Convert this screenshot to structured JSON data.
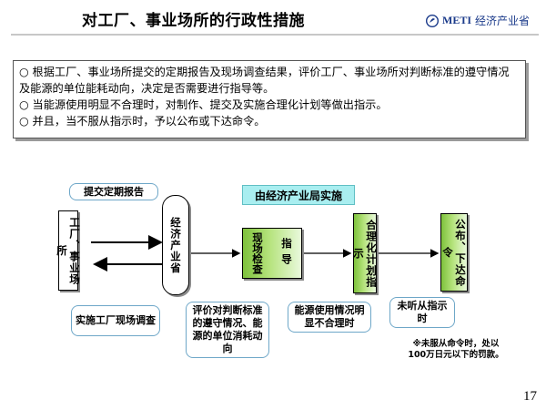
{
  "header": {
    "title": "对工厂、事业场所的行政性措施",
    "logo_brand": "METI",
    "logo_org": "经济产业省"
  },
  "summary": [
    "○ 根据工厂、事业场所提交的定期报告及现场调查结果，评价工厂、事业场所对判断标准的遵守情况及能源的单位能耗动向，决定是否需要进行指导等。",
    "○ 当能源使用明显不合理时，对制作、提交及实施合理化计划等做出指示。",
    "○ 并且，当不服从指示时，予以公布或下达命令。"
  ],
  "diagram": {
    "factory": "工厂、事业场所",
    "meti": "经济产业省",
    "regional_bureau": "由经济产业局实施",
    "inspection": "现场检查",
    "guidance": "指导",
    "rationalization": "合理化计划指示",
    "publish": "公布、下达命令",
    "callout_report": "提交定期报告",
    "callout_survey": "实施工厂现场调查",
    "callout_evaluate": "评价对判断标准的遵守情况、能源的单位消耗动向",
    "callout_energy": "能源使用情况明显不合理时",
    "callout_disobey": "未听从指示时",
    "penalty_note": "※未服从命令时，处以100万日元以下的罚款。"
  },
  "page_number": "17",
  "colors": {
    "accent_green": "#7ec23c",
    "bureau_cyan": "#a9eef0",
    "callout_border": "#6ea7c8",
    "logo_blue": "#1a3a8a"
  }
}
